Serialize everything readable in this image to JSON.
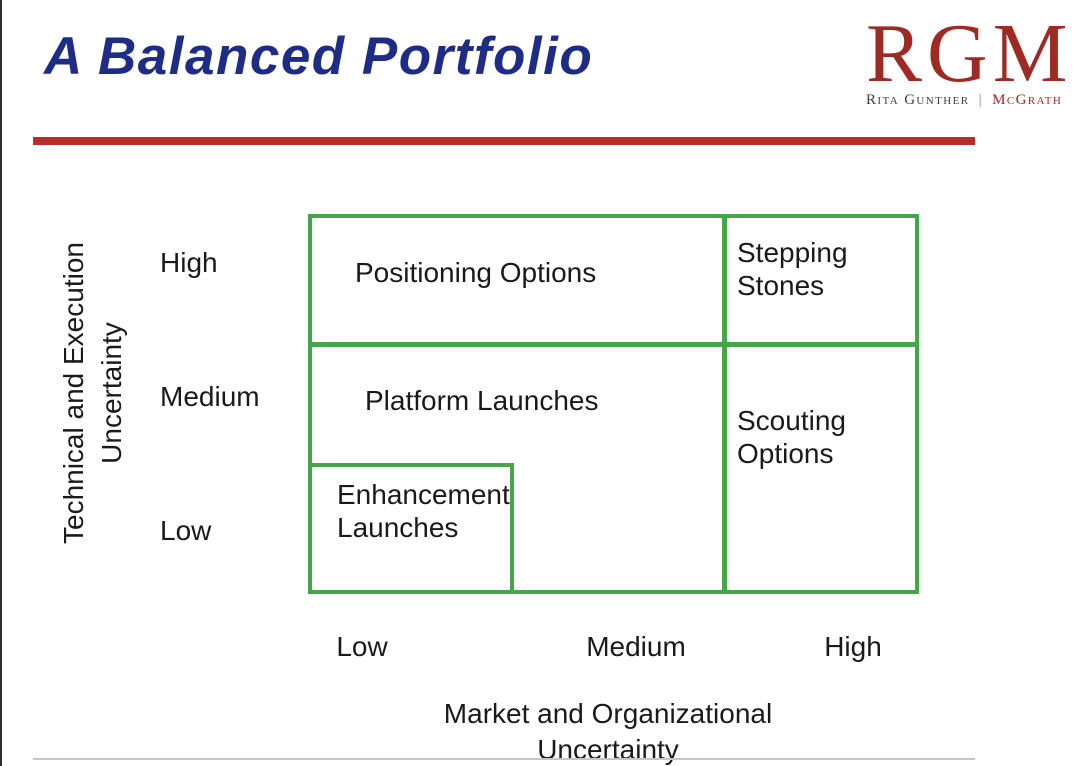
{
  "header": {
    "title": "A Balanced Portfolio",
    "logo": {
      "monogram": "RGM",
      "tagline_left": "Rita Gunther",
      "tagline_separator": "|",
      "tagline_right": "McGrath"
    }
  },
  "matrix": {
    "type": "matrix-diagram",
    "y_axis": {
      "title": "Technical and Execution\nUncertainty",
      "labels": [
        "High",
        "Medium",
        "Low"
      ]
    },
    "x_axis": {
      "title": "Market and Organizational\nUncertainty",
      "labels": [
        "Low",
        "Medium",
        "High"
      ]
    },
    "cells": [
      {
        "id": "positioning-options",
        "label": "Positioning Options",
        "position": "top row, low-to-medium market uncertainty"
      },
      {
        "id": "stepping-stones",
        "label": "Stepping\nStones",
        "position": "top row, high market uncertainty"
      },
      {
        "id": "platform-launches",
        "label": "Platform Launches",
        "position": "middle row, low-to-medium market uncertainty"
      },
      {
        "id": "scouting-options",
        "label": "Scouting\nOptions",
        "position": "middle-to-low rows, high market uncertainty"
      },
      {
        "id": "enhancement-launches",
        "label": "Enhancement\nLaunches",
        "position": "low row, low market uncertainty"
      }
    ]
  },
  "colors": {
    "title_blue": "#1f2c87",
    "rule_red": "#b5302a",
    "grid_green": "#46a546",
    "logo_red": "#9d2b24",
    "tagline_gray": "#3f3f3f",
    "bottom_rule_lavender": "#c3c3de",
    "text_black": "#1a1a1a"
  }
}
